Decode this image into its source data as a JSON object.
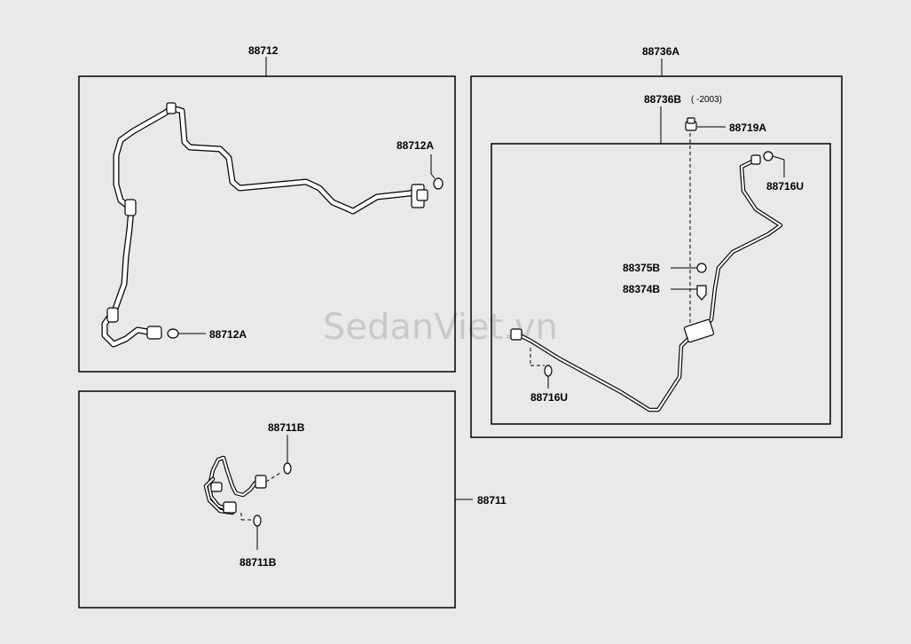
{
  "labels": {
    "p88712": "88712",
    "p88712A_top": "88712A",
    "p88712A_bottom": "88712A",
    "p88736A": "88736A",
    "p88736B": "88736B",
    "p88736B_range": "(     -2003)",
    "p88719A": "88719A",
    "p88716U_top": "88716U",
    "p88716U_bottom": "88716U",
    "p88375B": "88375B",
    "p88374B": "88374B",
    "p88711": "88711",
    "p88711B_top": "88711B",
    "p88711B_bottom": "88711B"
  },
  "watermark": "SedanViet.vn"
}
